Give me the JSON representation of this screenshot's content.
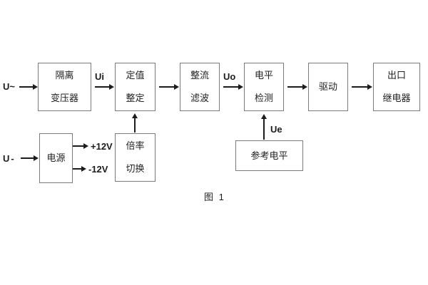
{
  "diagram": {
    "caption": "图 1",
    "inputs": {
      "ac": "U~",
      "dc": "U-"
    },
    "signals": {
      "ui": "Ui",
      "uo": "Uo",
      "ue": "Ue"
    },
    "rails": {
      "positive": "+12V",
      "negative": "-12V"
    },
    "blocks": {
      "isolation_transformer": {
        "lines": [
          "隔离",
          "变压器"
        ]
      },
      "setting_adjust": {
        "lines": [
          "定值",
          "整定"
        ]
      },
      "rectifier_filter": {
        "lines": [
          "整流",
          "滤波"
        ]
      },
      "level_detect": {
        "lines": [
          "电平",
          "检测"
        ]
      },
      "driver": {
        "lines": [
          "驱动"
        ]
      },
      "output_relay": {
        "lines": [
          "出口",
          "继电器"
        ]
      },
      "power_supply": {
        "lines": [
          "电源"
        ]
      },
      "ratio_switch": {
        "lines": [
          "倍率",
          "切换"
        ]
      },
      "reference_level": {
        "lines": [
          "参考电平"
        ]
      }
    },
    "colors": {
      "background": "#ffffff",
      "box_border": "#7a7a7a",
      "text": "#222222",
      "arrow": "#1c1c1c"
    }
  }
}
